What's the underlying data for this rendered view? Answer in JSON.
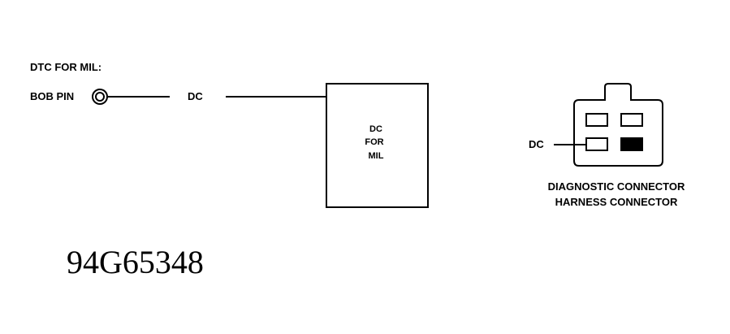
{
  "labels": {
    "dtc_heading": "DTC FOR MIL:",
    "bob_pin": "BOB PIN",
    "dc_wire": "DC",
    "box_line1": "DC",
    "box_line2": "FOR",
    "box_line3": "MIL",
    "connector_dc": "DC",
    "connector_caption_line1": "DIAGNOSTIC CONNECTOR",
    "connector_caption_line2": "HARNESS CONNECTOR",
    "figure_number": "94G65348"
  },
  "connector": {
    "cavities": [
      {
        "row": 1,
        "col": 1,
        "filled": false
      },
      {
        "row": 1,
        "col": 2,
        "filled": false
      },
      {
        "row": 2,
        "col": 1,
        "filled": false
      },
      {
        "row": 2,
        "col": 2,
        "filled": true
      }
    ]
  }
}
